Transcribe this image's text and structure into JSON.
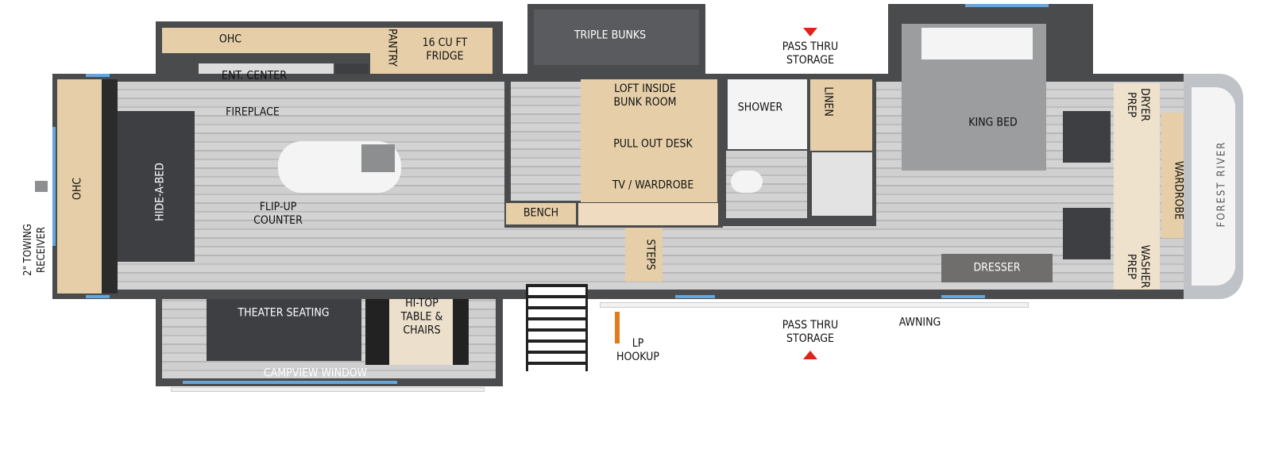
{
  "labels": {
    "ohc_kitchen": "OHC",
    "pantry": "PANTRY",
    "fridge": "16 CU FT\nFRIDGE",
    "ent_center": "ENT. CENTER",
    "fireplace": "FIREPLACE",
    "ohc_rear": "OHC",
    "hide_a_bed": "HIDE-A-BED",
    "towing_receiver": "2\" TOWING\nRECEIVER",
    "flip_up_counter": "FLIP-UP\nCOUNTER",
    "triple_bunks": "TRIPLE BUNKS",
    "loft": "LOFT INSIDE\nBUNK ROOM",
    "pull_out_desk": "PULL OUT DESK",
    "tv_wardrobe": "TV / WARDROBE",
    "bench": "BENCH",
    "steps": "STEPS",
    "pass_thru_top": "PASS THRU\nSTORAGE",
    "shower": "SHOWER",
    "linen": "LINEN",
    "king_bed": "KING BED",
    "dresser": "DRESSER",
    "dryer_prep": "DRYER\nPREP",
    "washer_prep": "WASHER\nPREP",
    "wardrobe": "WARDROBE",
    "theater_seating": "THEATER SEATING",
    "hi_top_table": "HI-TOP\nTABLE &\nCHAIRS",
    "campview_window": "CAMPVIEW WINDOW",
    "lp_hookup": "LP\nHOOKUP",
    "pass_thru_bottom": "PASS THRU\nSTORAGE",
    "awning": "AWNING"
  },
  "logo": "FOREST RIVER",
  "colors": {
    "wall": "#4a4b4d",
    "wood": "#e6cfa8",
    "window": "#69a6d8",
    "marker": "#e0241b"
  }
}
